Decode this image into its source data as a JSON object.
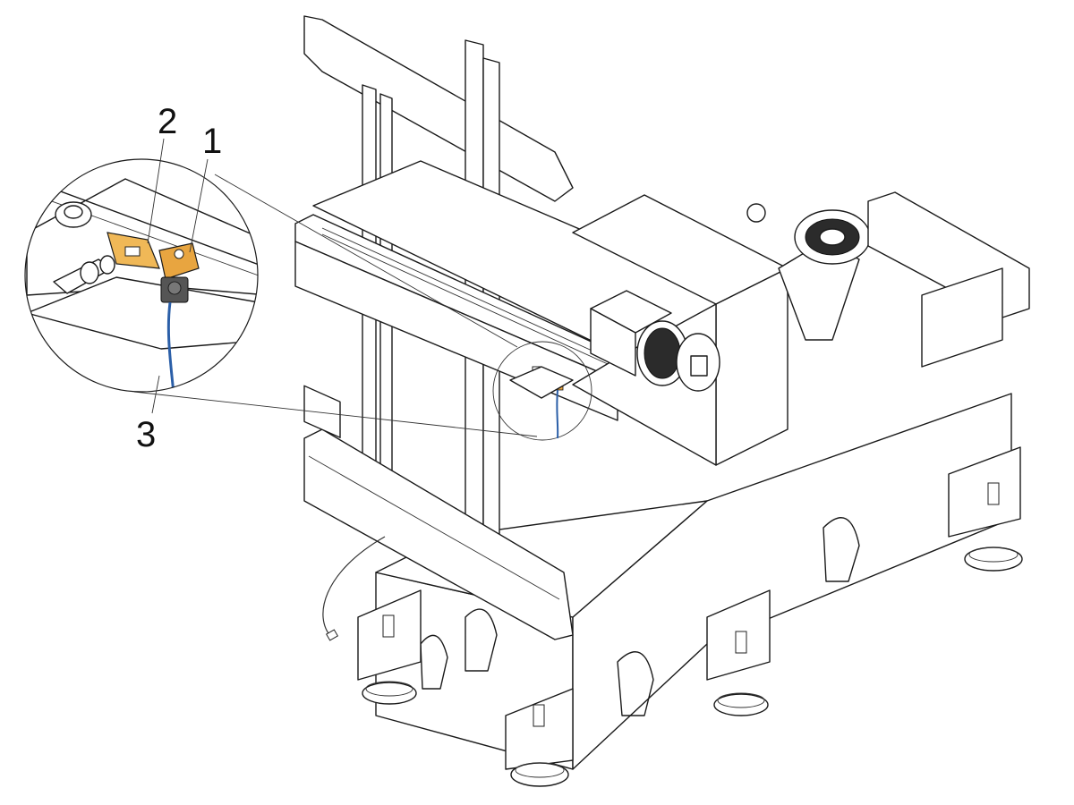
{
  "figure": {
    "callouts": [
      {
        "id": "1",
        "label": "1"
      },
      {
        "id": "2",
        "label": "2"
      },
      {
        "id": "3",
        "label": "3"
      }
    ],
    "colors": {
      "sensor_body": "#e8a540",
      "bracket": "#f0b857",
      "cable": "#2b5fa8",
      "connector": "#555555",
      "line": "#1a1a1a"
    },
    "icons": [
      "proximity-sensor",
      "mounting-bracket",
      "sensor-cable",
      "servo-motor",
      "rotary-table",
      "leveling-foot"
    ]
  }
}
